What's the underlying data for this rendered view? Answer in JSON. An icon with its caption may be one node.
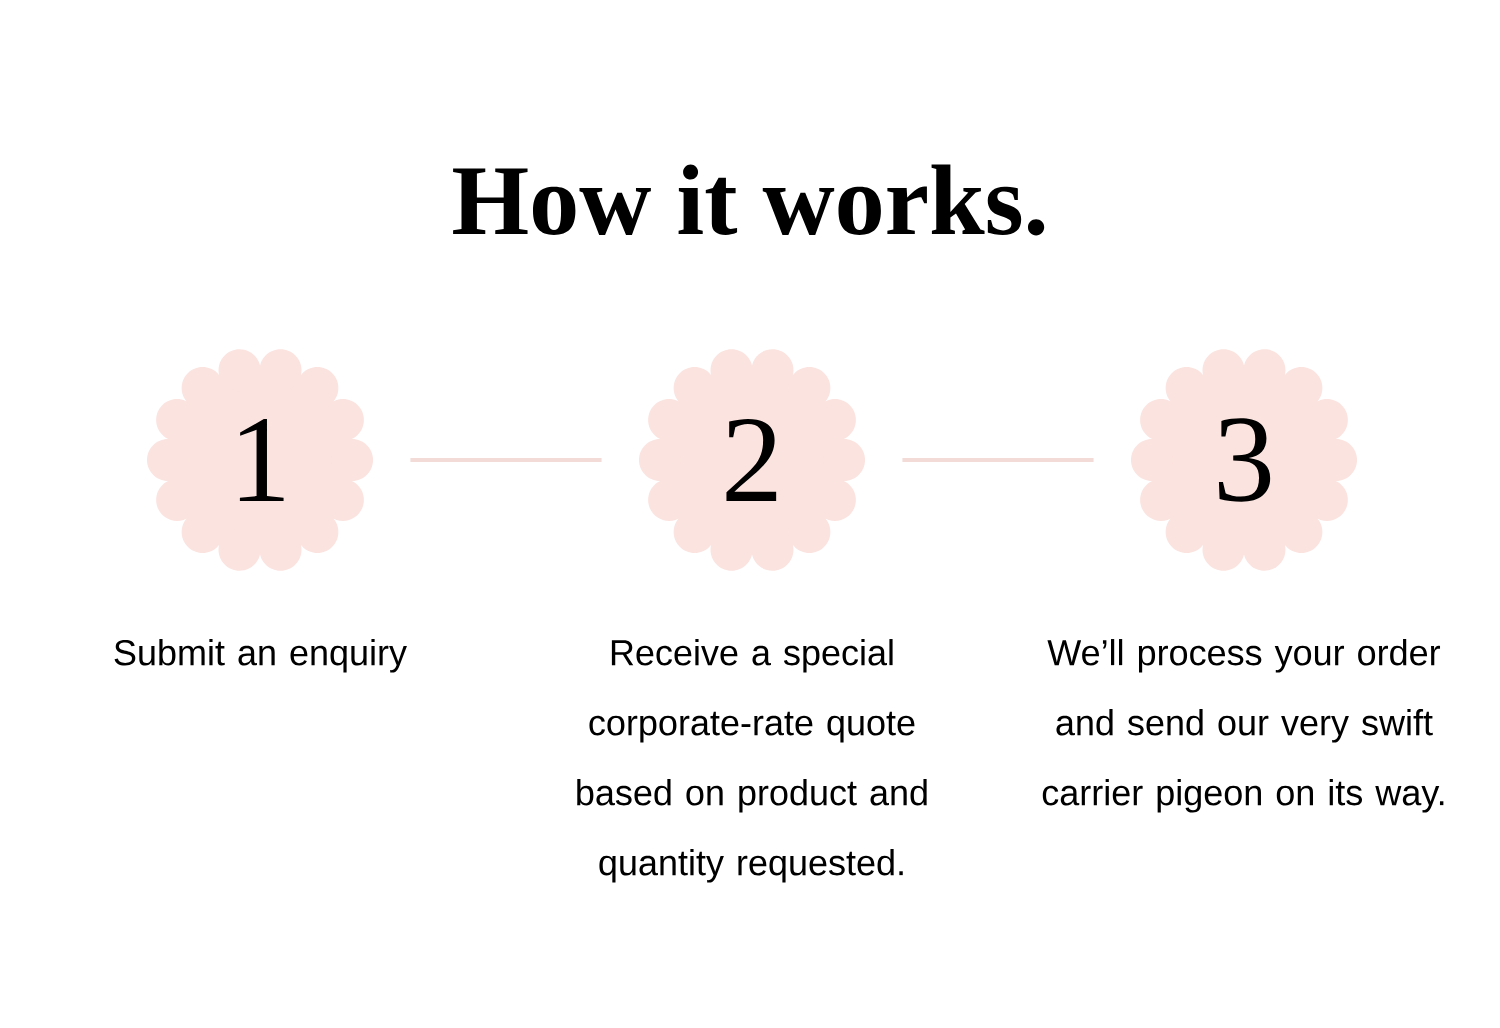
{
  "diagram": {
    "title": "How it works.",
    "nodes": [
      {
        "text": [
          "1"
        ],
        "beside": [
          "Submit an enquiry"
        ]
      },
      {
        "text": [
          "2"
        ],
        "beside": [
          "Receive a special corporate-rate quote based on product and quantity requested."
        ]
      },
      {
        "text": [
          "3"
        ],
        "beside": [
          "We’ll process your order and send our very swift carrier pigeon on its way."
        ]
      }
    ],
    "edges": [
      {
        "from": 0,
        "to": 1,
        "arrow": "none"
      },
      {
        "from": 1,
        "to": 2,
        "arrow": "none"
      }
    ]
  }
}
